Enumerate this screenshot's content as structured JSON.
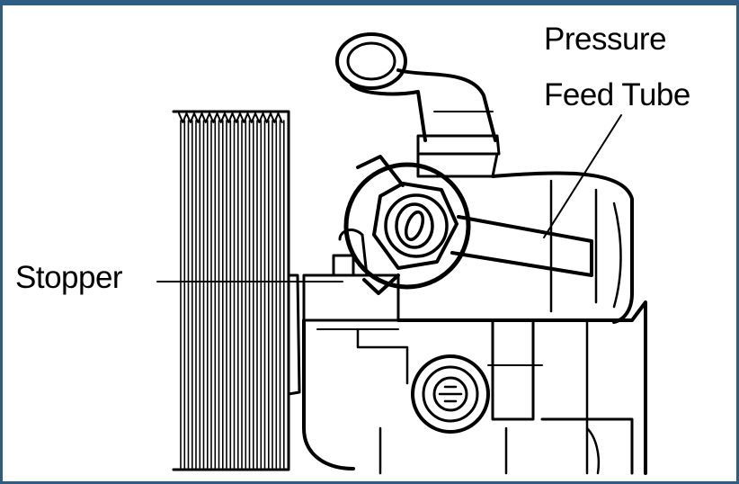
{
  "labels": {
    "pressure_feed_tube": [
      "Pressure",
      "Feed Tube"
    ],
    "stopper": "Stopper"
  },
  "colors": {
    "frame": "#2d5d82",
    "ink": "#000000",
    "paper": "#ffffff"
  }
}
